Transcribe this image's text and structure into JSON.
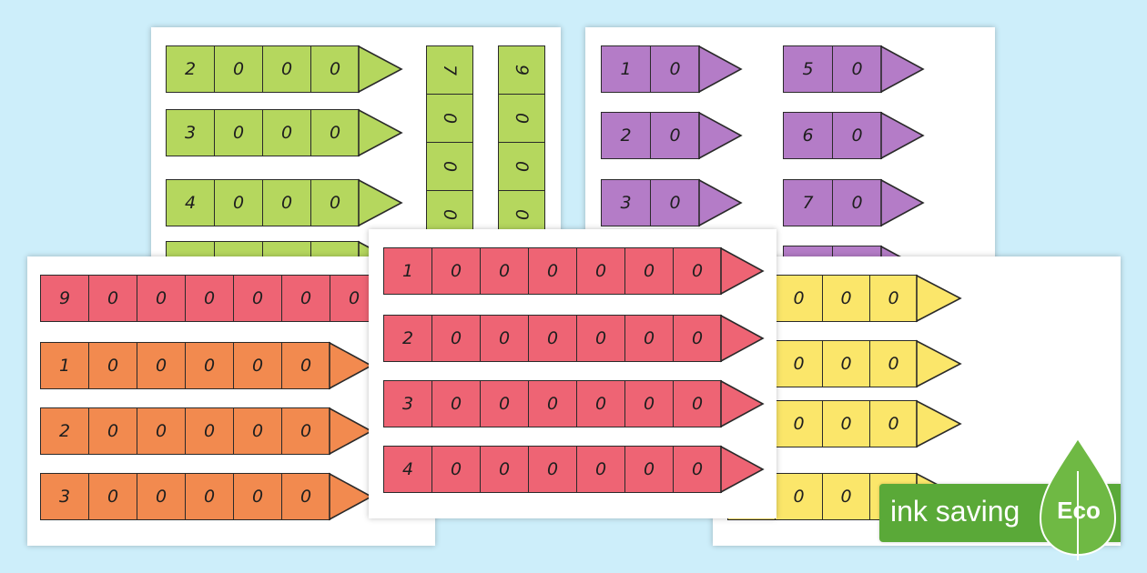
{
  "colors": {
    "background": "#cdeefa",
    "green": "#b5d75e",
    "purple": "#b47cc7",
    "red": "#ee6474",
    "orange": "#f28a4f",
    "yellow": "#fbe66a",
    "eco_green": "#5aa938"
  },
  "sheets": {
    "green": {
      "arrows": [
        [
          "2",
          "0",
          "0",
          "0"
        ],
        [
          "3",
          "0",
          "0",
          "0"
        ],
        [
          "4",
          "0",
          "0",
          "0"
        ],
        [
          "",
          "",
          "",
          ""
        ]
      ],
      "vertical_strips": [
        [
          "7",
          "0",
          "0",
          "0"
        ],
        [
          "9",
          "0",
          "0",
          "0"
        ]
      ]
    },
    "purple": {
      "arrows": [
        [
          "1",
          "0"
        ],
        [
          "5",
          "0"
        ],
        [
          "2",
          "0"
        ],
        [
          "6",
          "0"
        ],
        [
          "3",
          "0"
        ],
        [
          "7",
          "0"
        ]
      ]
    },
    "mixed": {
      "red_arrow": [
        "9",
        "0",
        "0",
        "0",
        "0",
        "0",
        "0"
      ],
      "orange_arrows": [
        [
          "1",
          "0",
          "0",
          "0",
          "0",
          "0"
        ],
        [
          "2",
          "0",
          "0",
          "0",
          "0",
          "0"
        ],
        [
          "3",
          "0",
          "0",
          "0",
          "0",
          "0"
        ]
      ]
    },
    "red": {
      "arrows": [
        [
          "1",
          "0",
          "0",
          "0",
          "0",
          "0",
          "0"
        ],
        [
          "2",
          "0",
          "0",
          "0",
          "0",
          "0",
          "0"
        ],
        [
          "3",
          "0",
          "0",
          "0",
          "0",
          "0",
          "0"
        ],
        [
          "4",
          "0",
          "0",
          "0",
          "0",
          "0",
          "0"
        ]
      ]
    },
    "yellow": {
      "arrows": [
        [
          "0",
          "0",
          "0",
          "0"
        ],
        [
          "0",
          "0",
          "0",
          "0"
        ],
        [
          "0",
          "0",
          "0",
          "0"
        ],
        [
          "0",
          "0",
          "0",
          "0"
        ]
      ]
    }
  },
  "badge": {
    "text": "ink saving",
    "leaf_label": "Eco",
    "icon": "leaf-icon"
  }
}
